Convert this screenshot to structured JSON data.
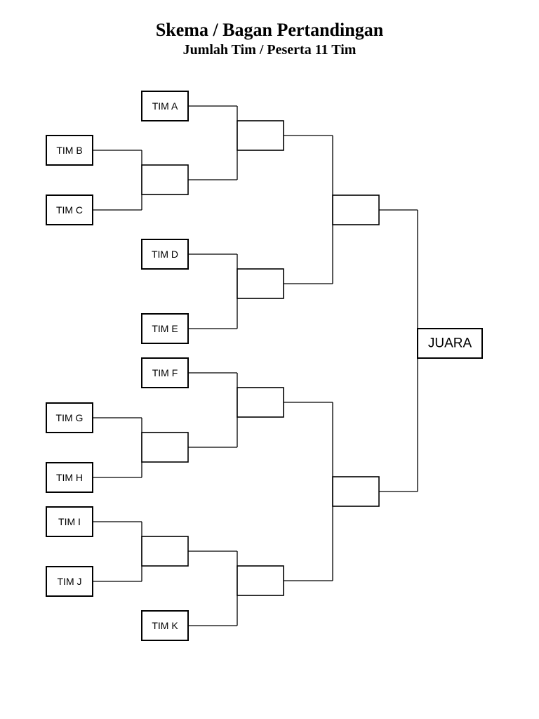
{
  "header": {
    "title": "Skema / Bagan Pertandingan",
    "subtitle": "Jumlah Tim / Peserta 11 Tim"
  },
  "teams": [
    "TIM A",
    "TIM B",
    "TIM C",
    "TIM D",
    "TIM E",
    "TIM F",
    "TIM G",
    "TIM H",
    "TIM I",
    "TIM J",
    "TIM K"
  ],
  "champion_label": "JUARA"
}
